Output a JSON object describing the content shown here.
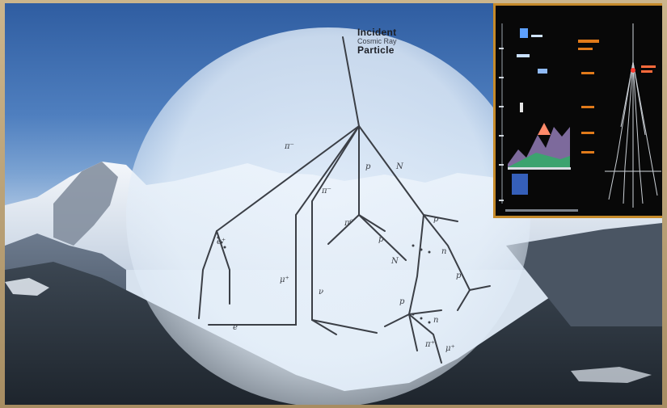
{
  "image": {
    "description_labels": {
      "incident_line1": "Incident",
      "incident_line2": "Cosmic Ray",
      "incident_line3": "Particle"
    },
    "track_labels": [
      "π⁻",
      "p",
      "N",
      "π⁻",
      "π⁰",
      "p",
      "N",
      "p",
      "n",
      "p",
      "e⁺",
      "e⁻",
      "μ⁺",
      "ν",
      "p",
      "n",
      "π⁺",
      "μ⁺"
    ],
    "colors": {
      "sky_top": "#2f5da1",
      "halo": "#eaf2fb",
      "track": "#3b3f46",
      "inset_border": "#c58a2a",
      "inset_bg": "#080808",
      "inset_accent": "#e07a1a"
    }
  }
}
